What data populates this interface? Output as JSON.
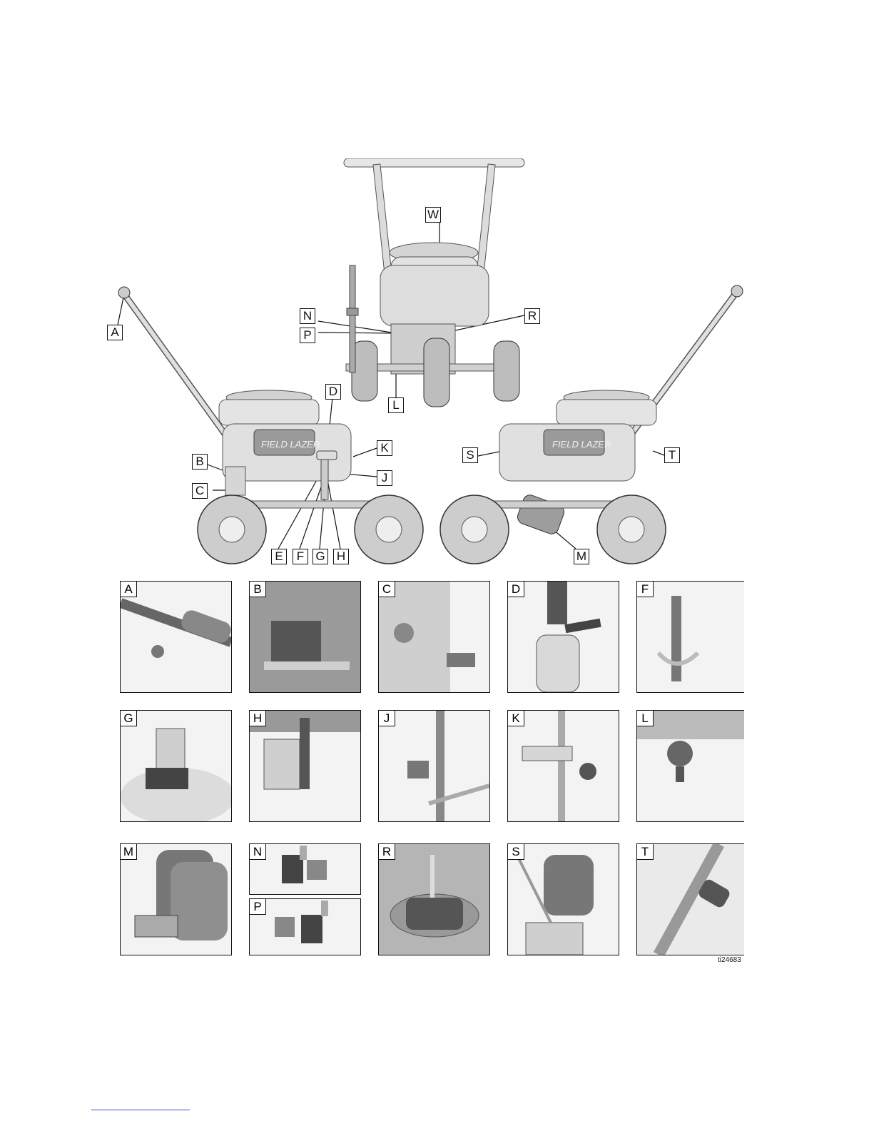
{
  "figure": {
    "id_label": "ti24683",
    "brand_text": "FIELD LAZER",
    "callouts": [
      "W",
      "N",
      "P",
      "R",
      "L",
      "A",
      "D",
      "K",
      "J",
      "B",
      "C",
      "E",
      "F",
      "G",
      "H",
      "S",
      "T",
      "M"
    ],
    "details": [
      {
        "label": "A"
      },
      {
        "label": "B"
      },
      {
        "label": "C"
      },
      {
        "label": "D"
      },
      {
        "label": "F"
      },
      {
        "label": "G"
      },
      {
        "label": "H"
      },
      {
        "label": "J"
      },
      {
        "label": "K"
      },
      {
        "label": "L"
      },
      {
        "label": "M"
      },
      {
        "label": "N"
      },
      {
        "label": "P"
      },
      {
        "label": "R"
      },
      {
        "label": "S"
      },
      {
        "label": "T"
      }
    ]
  }
}
